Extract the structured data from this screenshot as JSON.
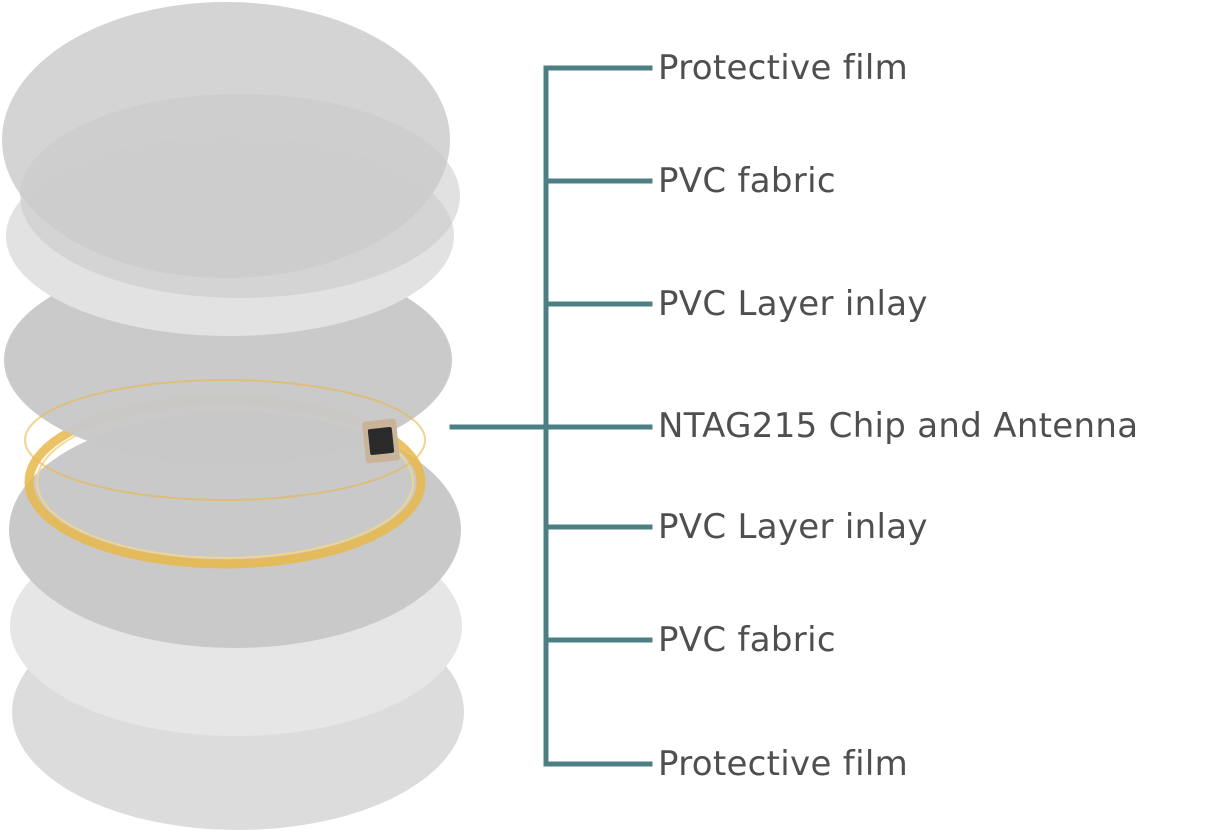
{
  "colors": {
    "connector": "#4b7f84",
    "label_text": "#4f4f4f",
    "disc_dark": "#c7c7c7",
    "disc_light": "#e4e4e4",
    "antenna": "#e8b84a",
    "chip_body": "#2a2a2a",
    "chip_frame": "#c9b49a"
  },
  "layers": [
    {
      "label": "Protective film"
    },
    {
      "label": "PVC fabric"
    },
    {
      "label": "PVC Layer inlay"
    },
    {
      "label": "NTAG215 Chip and Antenna"
    },
    {
      "label": "PVC Layer inlay"
    },
    {
      "label": "PVC fabric"
    },
    {
      "label": "Protective film"
    }
  ]
}
